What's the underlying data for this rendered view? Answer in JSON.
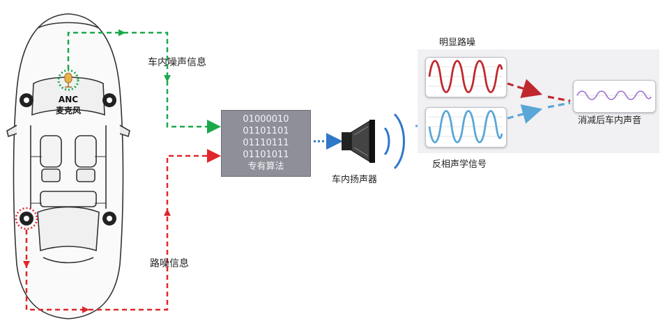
{
  "labels": {
    "cabin_noise_info": "车内噪声信息",
    "anc_line1": "ANC",
    "anc_line2": "麦克风",
    "road_noise_info": "路噪信息",
    "speaker": "车内扬声器",
    "obvious_noise": "明显路噪",
    "anti_phase": "反相声学信号",
    "after_cancel": "消减后车内声音"
  },
  "algorithm": {
    "binary": [
      "01000010",
      "01101101",
      "01110111",
      "01101011"
    ],
    "name": "专有算法"
  },
  "colors": {
    "green": "#1aa84a",
    "red": "#e0262a",
    "blue": "#2f77c8",
    "dark_red": "#c0282e",
    "light_blue": "#5aa6d6",
    "purple": "#9b6fd0",
    "box_gray": "#8f8f99"
  }
}
